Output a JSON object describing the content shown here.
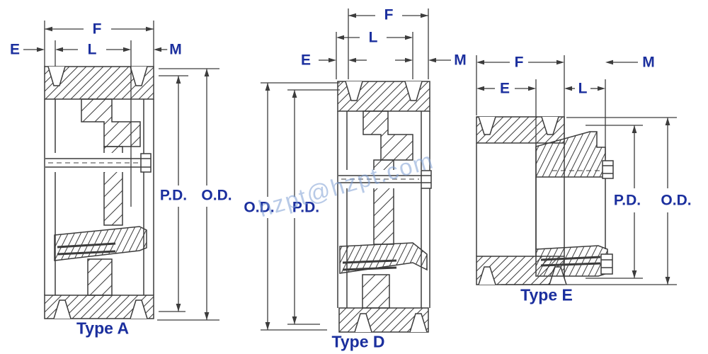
{
  "watermark": "hzpt@hzpt.com",
  "colors": {
    "line": "#3c3c3c",
    "label_navy": "#1b2f9e",
    "watermark_blue": "#7e9ed4",
    "background": "#ffffff"
  },
  "diagrams": {
    "a": {
      "title": "Type A",
      "dims": {
        "f": "F",
        "e": "E",
        "l": "L",
        "m": "M"
      },
      "pd": "P.D.",
      "od": "O.D."
    },
    "d": {
      "title": "Type D",
      "dims": {
        "f": "F",
        "e": "E",
        "l": "L",
        "m": "M"
      },
      "od": "O.D.",
      "pd": "P.D."
    },
    "e": {
      "title": "Type E",
      "dims": {
        "f": "F",
        "e": "E",
        "l": "L",
        "m": "M"
      },
      "pd": "P.D.",
      "od": "O.D."
    }
  }
}
